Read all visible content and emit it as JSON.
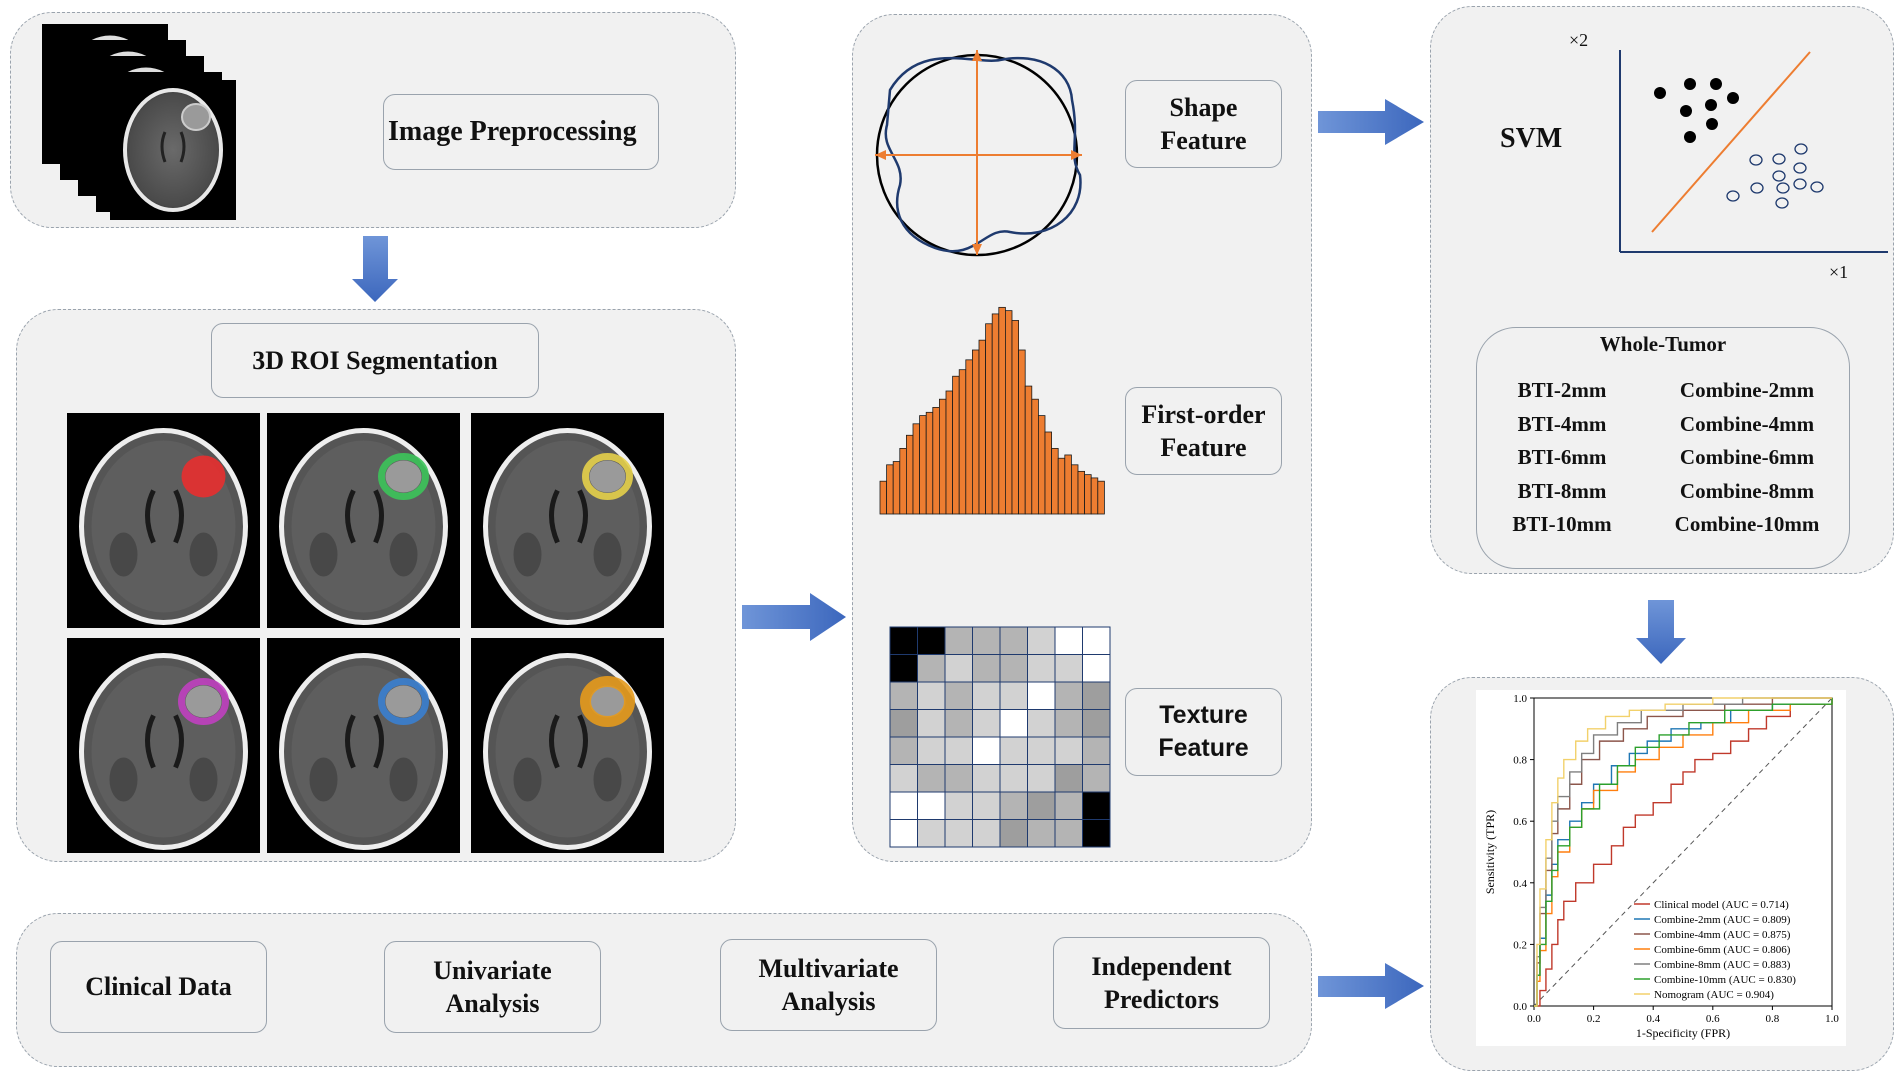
{
  "preprocessing": {
    "label": "Image Preprocessing"
  },
  "segmentation": {
    "label": "3D ROI Segmentation"
  },
  "features": {
    "shape": "Shape\nFeature",
    "first_order": "First-order\nFeature",
    "texture": "Texture\nFeature"
  },
  "svm": {
    "label": "SVM",
    "x_axis": "×1",
    "y_axis": "×2"
  },
  "whole_tumor": {
    "title": "Whole-Tumor",
    "bti": [
      "BTI-2mm",
      "BTI-4mm",
      "BTI-6mm",
      "BTI-8mm",
      "BTI-10mm"
    ],
    "combine": [
      "Combine-2mm",
      "Combine-4mm",
      "Combine-6mm",
      "Combine-8mm",
      "Combine-10mm"
    ]
  },
  "clinical": {
    "clinical_data": "Clinical Data",
    "univariate": "Univariate\nAnalysis",
    "multivariate": "Multivariate\nAnalysis",
    "independent": "Independent\nPredictors"
  },
  "colors": {
    "arrow": "#4472c4",
    "roi": [
      "#e03030",
      "#3cc45a",
      "#e6d04a",
      "#c040c0",
      "#3a7fd0",
      "#e69a1c"
    ],
    "histogram": "#ed7d31"
  },
  "chart_data": {
    "type": "line",
    "xlabel": "1-Specificity (FPR)",
    "ylabel": "Sensitivity (TPR)",
    "xlim": [
      0,
      1
    ],
    "ylim": [
      0,
      1
    ],
    "xticks": [
      "0.0",
      "0.2",
      "0.4",
      "0.6",
      "0.8",
      "1.0"
    ],
    "yticks": [
      "0.0",
      "0.2",
      "0.4",
      "0.6",
      "0.8",
      "1.0"
    ],
    "legend_position": "bottom-right",
    "series": [
      {
        "name": "Clinical model (AUC = 0.714)",
        "color": "#c0392b",
        "points": [
          [
            0,
            0
          ],
          [
            0.02,
            0.05
          ],
          [
            0.04,
            0.12
          ],
          [
            0.06,
            0.2
          ],
          [
            0.08,
            0.28
          ],
          [
            0.1,
            0.34
          ],
          [
            0.14,
            0.4
          ],
          [
            0.2,
            0.46
          ],
          [
            0.26,
            0.52
          ],
          [
            0.3,
            0.58
          ],
          [
            0.34,
            0.62
          ],
          [
            0.4,
            0.66
          ],
          [
            0.46,
            0.72
          ],
          [
            0.5,
            0.76
          ],
          [
            0.54,
            0.8
          ],
          [
            0.6,
            0.82
          ],
          [
            0.66,
            0.86
          ],
          [
            0.72,
            0.9
          ],
          [
            0.78,
            0.94
          ],
          [
            0.86,
            0.98
          ],
          [
            1,
            1
          ]
        ]
      },
      {
        "name": "Combine-2mm (AUC = 0.809)",
        "color": "#1f77b4",
        "points": [
          [
            0,
            0
          ],
          [
            0.01,
            0.1
          ],
          [
            0.02,
            0.22
          ],
          [
            0.04,
            0.36
          ],
          [
            0.06,
            0.46
          ],
          [
            0.08,
            0.54
          ],
          [
            0.12,
            0.6
          ],
          [
            0.16,
            0.66
          ],
          [
            0.2,
            0.72
          ],
          [
            0.26,
            0.78
          ],
          [
            0.32,
            0.82
          ],
          [
            0.38,
            0.86
          ],
          [
            0.46,
            0.9
          ],
          [
            0.56,
            0.92
          ],
          [
            0.66,
            0.96
          ],
          [
            0.8,
            0.98
          ],
          [
            1,
            1
          ]
        ]
      },
      {
        "name": "Combine-4mm (AUC = 0.875)",
        "color": "#8c564b",
        "points": [
          [
            0,
            0
          ],
          [
            0.01,
            0.14
          ],
          [
            0.02,
            0.3
          ],
          [
            0.04,
            0.44
          ],
          [
            0.06,
            0.56
          ],
          [
            0.08,
            0.64
          ],
          [
            0.12,
            0.72
          ],
          [
            0.16,
            0.8
          ],
          [
            0.22,
            0.86
          ],
          [
            0.3,
            0.9
          ],
          [
            0.38,
            0.94
          ],
          [
            0.5,
            0.96
          ],
          [
            0.64,
            0.98
          ],
          [
            0.8,
            1
          ],
          [
            1,
            1
          ]
        ]
      },
      {
        "name": "Combine-6mm (AUC = 0.806)",
        "color": "#ff7f0e",
        "points": [
          [
            0,
            0
          ],
          [
            0.01,
            0.08
          ],
          [
            0.02,
            0.18
          ],
          [
            0.04,
            0.3
          ],
          [
            0.06,
            0.42
          ],
          [
            0.08,
            0.5
          ],
          [
            0.12,
            0.58
          ],
          [
            0.16,
            0.64
          ],
          [
            0.2,
            0.7
          ],
          [
            0.28,
            0.76
          ],
          [
            0.34,
            0.8
          ],
          [
            0.42,
            0.84
          ],
          [
            0.5,
            0.88
          ],
          [
            0.6,
            0.92
          ],
          [
            0.72,
            0.96
          ],
          [
            0.86,
            0.98
          ],
          [
            1,
            1
          ]
        ]
      },
      {
        "name": "Combine-8mm (AUC = 0.883)",
        "color": "#7f7f7f",
        "points": [
          [
            0,
            0
          ],
          [
            0.01,
            0.16
          ],
          [
            0.02,
            0.32
          ],
          [
            0.04,
            0.48
          ],
          [
            0.06,
            0.6
          ],
          [
            0.08,
            0.68
          ],
          [
            0.12,
            0.76
          ],
          [
            0.16,
            0.82
          ],
          [
            0.2,
            0.88
          ],
          [
            0.28,
            0.92
          ],
          [
            0.36,
            0.96
          ],
          [
            0.5,
            0.98
          ],
          [
            0.7,
            1
          ],
          [
            1,
            1
          ]
        ]
      },
      {
        "name": "Combine-10mm (AUC = 0.830)",
        "color": "#2ca02c",
        "points": [
          [
            0,
            0
          ],
          [
            0.01,
            0.1
          ],
          [
            0.02,
            0.2
          ],
          [
            0.04,
            0.34
          ],
          [
            0.06,
            0.44
          ],
          [
            0.08,
            0.52
          ],
          [
            0.12,
            0.58
          ],
          [
            0.16,
            0.64
          ],
          [
            0.22,
            0.72
          ],
          [
            0.28,
            0.78
          ],
          [
            0.34,
            0.84
          ],
          [
            0.42,
            0.88
          ],
          [
            0.52,
            0.92
          ],
          [
            0.64,
            0.96
          ],
          [
            0.8,
            0.98
          ],
          [
            1,
            1
          ]
        ]
      },
      {
        "name": "Nomogram (AUC = 0.904)",
        "color": "#f2d16b",
        "points": [
          [
            0,
            0
          ],
          [
            0.01,
            0.2
          ],
          [
            0.02,
            0.38
          ],
          [
            0.04,
            0.54
          ],
          [
            0.06,
            0.66
          ],
          [
            0.08,
            0.74
          ],
          [
            0.1,
            0.8
          ],
          [
            0.14,
            0.86
          ],
          [
            0.18,
            0.9
          ],
          [
            0.24,
            0.94
          ],
          [
            0.32,
            0.96
          ],
          [
            0.44,
            0.98
          ],
          [
            0.6,
            1
          ],
          [
            1,
            1
          ]
        ]
      }
    ]
  }
}
